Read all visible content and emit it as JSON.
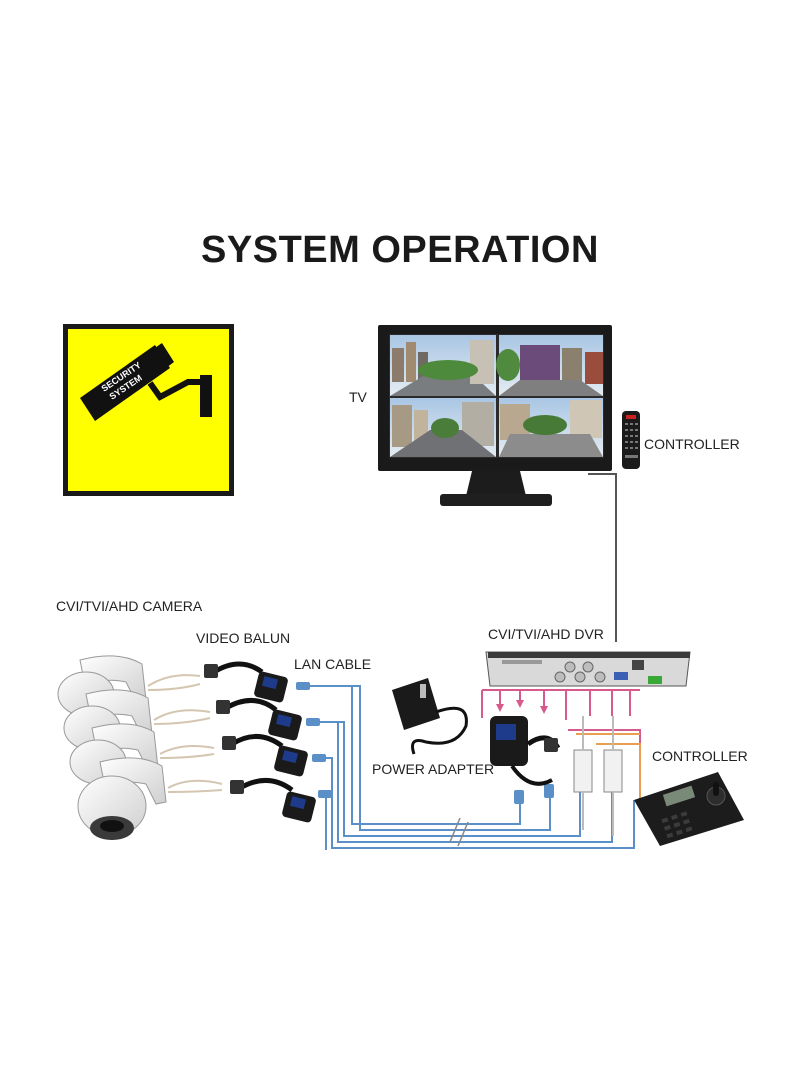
{
  "title": "SYSTEM OPERATION",
  "sign": {
    "line1": "SECURITY",
    "line2": "SYSTEM"
  },
  "labels": {
    "tv": "TV",
    "controller_remote": "CONTROLLER",
    "camera": "CVI/TVI/AHD CAMERA",
    "video_balun": "VIDEO BALUN",
    "lan_cable": "LAN CABLE",
    "dvr": "CVI/TVI/AHD DVR",
    "power_adapter": "POWER ADAPTER",
    "controller_keyboard": "CONTROLLER"
  },
  "colors": {
    "sign_yellow": "#ffff00",
    "sign_border": "#1a1a1a",
    "lan_blue": "#5b8fc7",
    "power_pink": "#d85a8c",
    "power_orange": "#e8a050",
    "balun_blue": "#1e3a8a",
    "device_black": "#1c1c1c"
  }
}
